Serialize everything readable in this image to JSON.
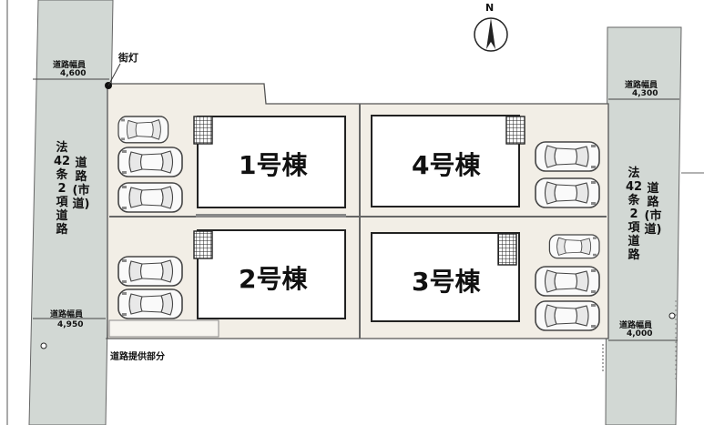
{
  "compass": {
    "north_label": "N"
  },
  "street_light_label": "街灯",
  "dedicated_road_label": "道路提供部分",
  "roads": {
    "left": {
      "name_col1": [
        "法",
        "42",
        "条",
        "2",
        "項",
        "道",
        "路"
      ],
      "name_col2": [
        "道",
        "路",
        "(市",
        "道)"
      ],
      "width_top_label": "道路幅員",
      "width_top_value": "4,600",
      "width_bottom_label": "道路幅員",
      "width_bottom_value": "4,950"
    },
    "right": {
      "name_col1": [
        "法",
        "42",
        "条",
        "2",
        "項",
        "道",
        "路"
      ],
      "name_col2": [
        "道",
        "路",
        "(市",
        "道)"
      ],
      "width_top_label": "道路幅員",
      "width_top_value": "4,300",
      "width_bottom_label": "道路幅員",
      "width_bottom_value": "4,000"
    }
  },
  "houses": [
    {
      "id": "house-1",
      "label": "1号棟"
    },
    {
      "id": "house-2",
      "label": "2号棟"
    },
    {
      "id": "house-3",
      "label": "3号棟"
    },
    {
      "id": "house-4",
      "label": "4号棟"
    }
  ],
  "colors": {
    "road": "#d2d8d4",
    "lot": "#f2eee6",
    "house": "#ffffff",
    "outline": "#333333"
  }
}
